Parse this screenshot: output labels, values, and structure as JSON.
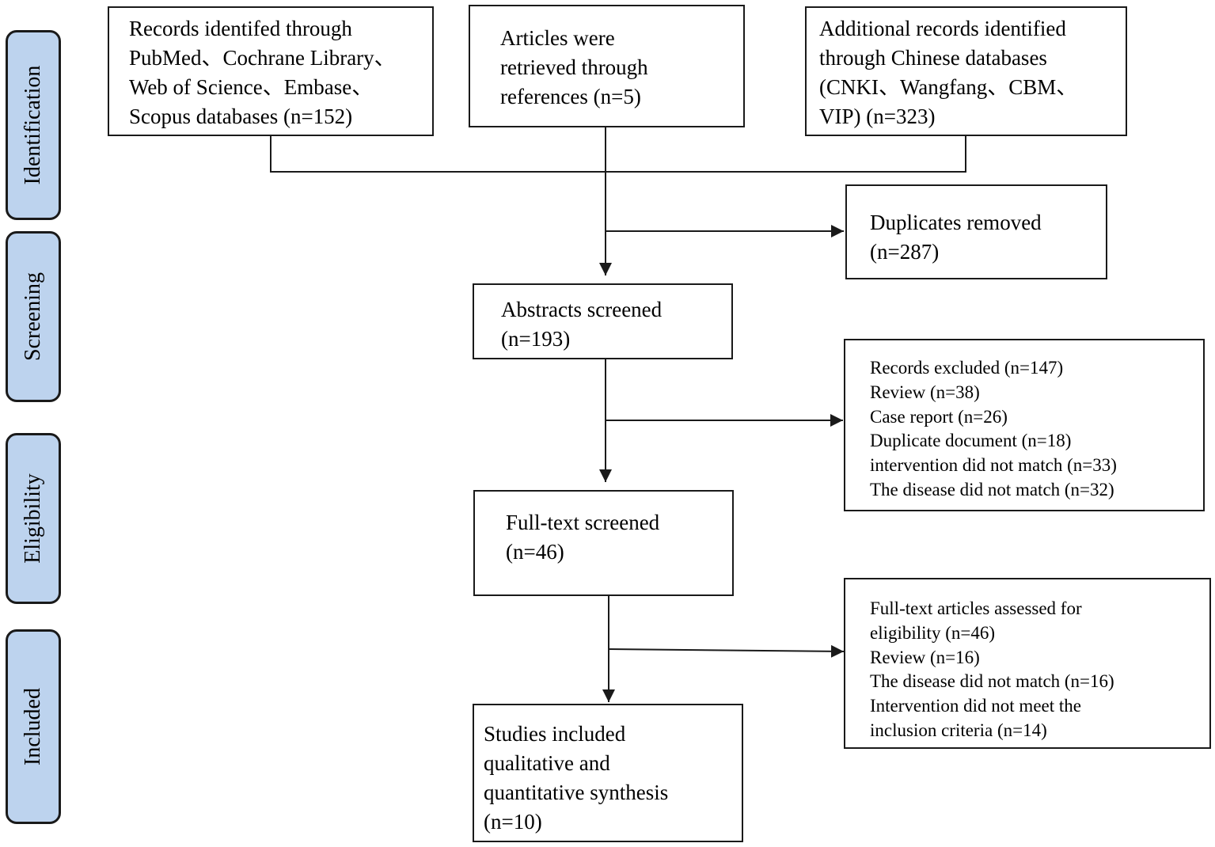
{
  "phases": [
    "Identification",
    "Screening",
    "Eligibility",
    "Included"
  ],
  "boxes": {
    "databases": "Records identifed through\nPubMed、Cochrane Library、\nWeb of Science、Embase、\nScopus databases (n=152)",
    "references": "Articles were\nretrieved through\nreferences (n=5)",
    "chinese": "Additional records identified\nthrough Chinese databases\n(CNKI、Wangfang、CBM、\nVIP) (n=323)",
    "duplicates": "Duplicates removed\n(n=287)",
    "abstracts": "Abstracts screened\n(n=193)",
    "excluded1": "Records excluded (n=147)\nReview (n=38)\nCase report (n=26)\nDuplicate document (n=18)\nintervention did not match (n=33)\nThe disease did not match (n=32)",
    "fulltext": "Full-text screened\n(n=46)",
    "excluded2": "Full-text articles assessed for\neligibility (n=46)\nReview (n=16)\nThe disease did not match (n=16)\nIntervention did not meet the\ninclusion criteria (n=14)",
    "included": "Studies included\nqualitative and\nquantitative synthesis\n(n=10)"
  }
}
